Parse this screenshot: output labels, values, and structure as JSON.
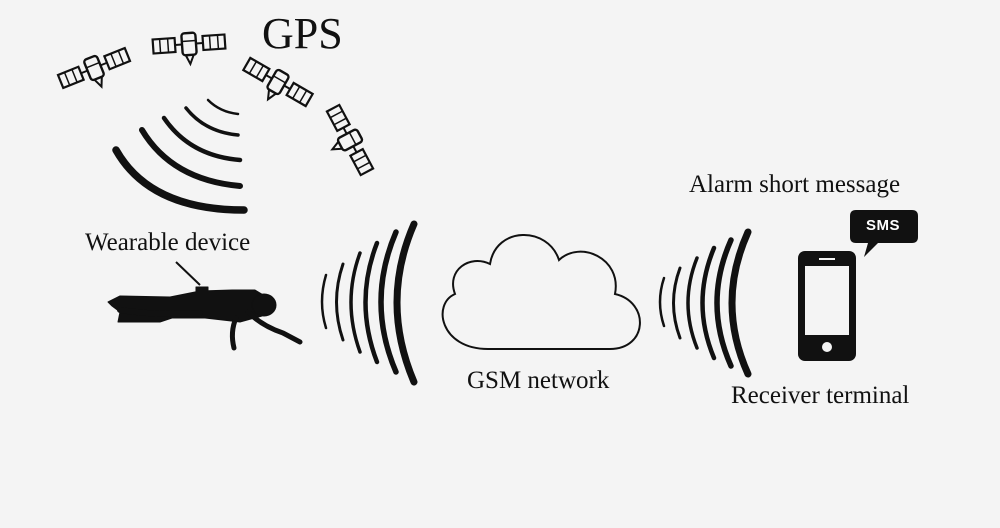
{
  "diagram": {
    "gps_title": "GPS",
    "wearable_label": "Wearable device",
    "network_label": "GSM network",
    "alarm_label": "Alarm short message",
    "sms_badge": "SMS",
    "receiver_label": "Receiver terminal"
  },
  "icons": [
    "satellite-icon",
    "person-silhouette-icon",
    "cloud-icon",
    "smartphone-icon",
    "sms-bubble-icon",
    "signal-waves-icon"
  ],
  "colors": {
    "background": "#f4f4f4",
    "ink": "#111111"
  }
}
